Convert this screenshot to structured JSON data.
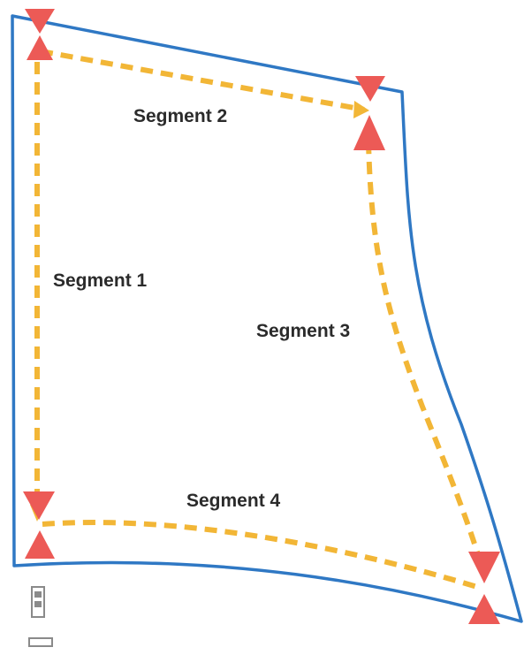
{
  "diagram": {
    "colors": {
      "outline": "#2f78c4",
      "dashed_path": "#f2b636",
      "marker": "#ec5a56",
      "label": "#2b2b2b",
      "legend_icon": "#8a8a8a"
    },
    "segments": [
      {
        "id": "segment-1",
        "label": "Segment 1"
      },
      {
        "id": "segment-2",
        "label": "Segment 2"
      },
      {
        "id": "segment-3",
        "label": "Segment 3"
      },
      {
        "id": "segment-4",
        "label": "Segment 4"
      }
    ]
  }
}
